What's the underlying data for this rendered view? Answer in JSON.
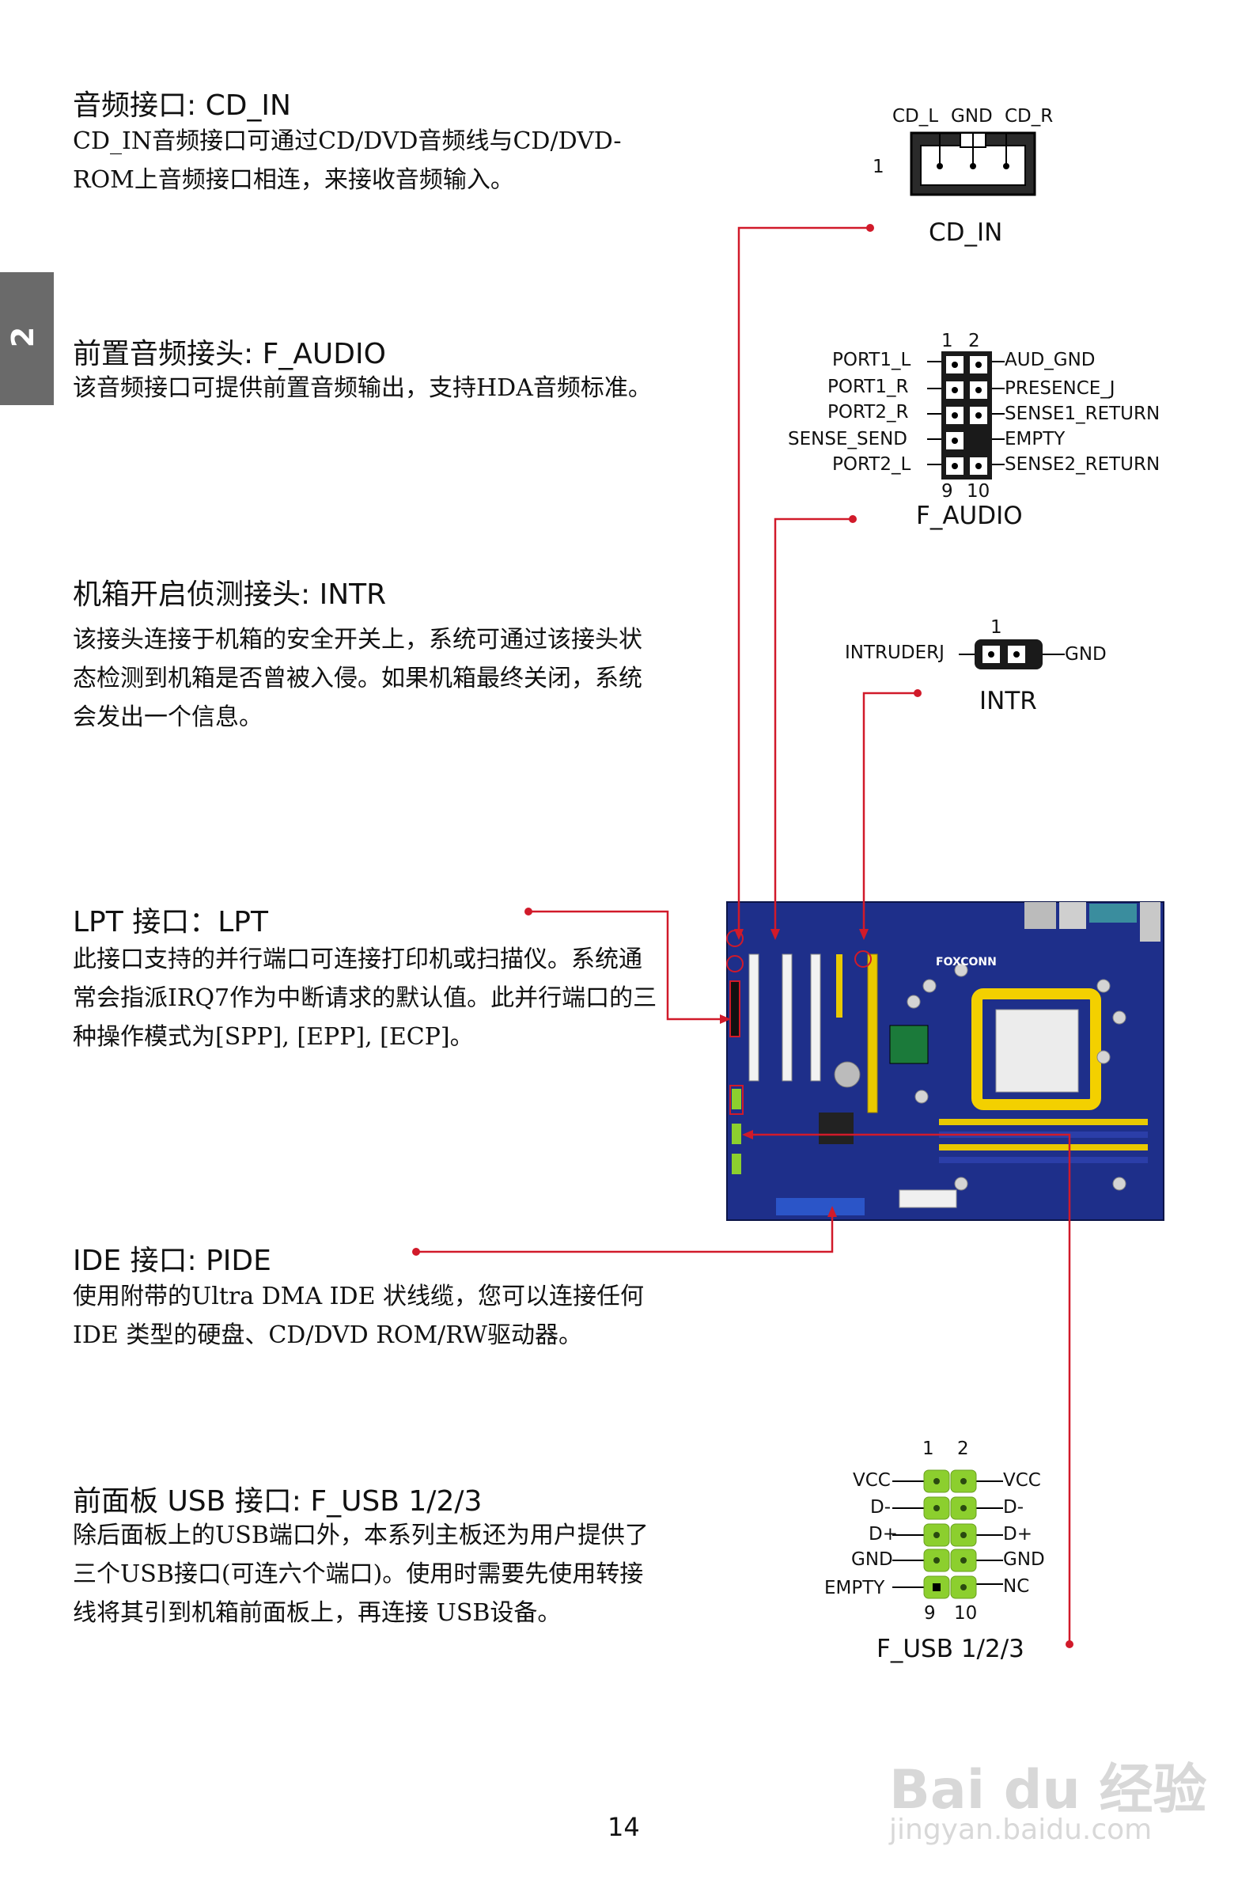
{
  "side_tab": "2",
  "page_number": "14",
  "sections": {
    "cd_in": {
      "title": "音频接口: CD_IN",
      "body": "CD_IN音频接口可通过CD/DVD音频线与CD/DVD-ROM上音频接口相连，来接收音频输入。"
    },
    "f_audio": {
      "title": "前置音频接头: F_AUDIO",
      "body": "该音频接口可提供前置音频输出，支持HDA音频标准。"
    },
    "intr": {
      "title": "机箱开启侦测接头: INTR",
      "body": "该接头连接于机箱的安全开关上，系统可通过该接头状态检测到机箱是否曾被入侵。如果机箱最终关闭，系统会发出一个信息。"
    },
    "lpt": {
      "title": "LPT 接口：LPT",
      "body": "此接口支持的并行端口可连接打印机或扫描仪。系统通常会指派IRQ7作为中断请求的默认值。此并行端口的三种操作模式为[SPP], [EPP], [ECP]。"
    },
    "ide": {
      "title": "IDE 接口: PIDE",
      "body": "使用附带的Ultra DMA IDE 状线缆，您可以连接任何IDE 类型的硬盘、CD/DVD ROM/RW驱动器。"
    },
    "f_usb": {
      "title": "前面板 USB 接口: F_USB 1/2/3",
      "body": "除后面板上的USB端口外，本系列主板还为用户提供了三个USB接口(可连六个端口)。使用时需要先使用转接线将其引到机箱前面板上，再连接 USB设备。"
    }
  },
  "diagrams": {
    "cd_in": {
      "pins": [
        "CD_L",
        "GND",
        "CD_R"
      ],
      "pin1": "1",
      "caption": "CD_IN"
    },
    "f_audio": {
      "top_nums": [
        "1",
        "2"
      ],
      "bottom_nums": [
        "9",
        "10"
      ],
      "left": [
        "PORT1_L",
        "PORT1_R",
        "PORT2_R",
        "SENSE_SEND",
        "PORT2_L"
      ],
      "right": [
        "AUD_GND",
        "PRESENCE_J",
        "SENSE1_RETURN",
        "EMPTY",
        "SENSE2_RETURN"
      ],
      "caption": "F_AUDIO"
    },
    "intr": {
      "pin1": "1",
      "left": "INTRUDERJ",
      "right": "GND",
      "caption": "INTR"
    },
    "f_usb": {
      "top_nums": [
        "1",
        "2"
      ],
      "bottom_nums": [
        "9",
        "10"
      ],
      "left": [
        "VCC",
        "D-",
        "D+",
        "GND",
        "EMPTY"
      ],
      "right": [
        "VCC",
        "D-",
        "D+",
        "GND",
        "NC"
      ],
      "caption": "F_USB 1/2/3"
    },
    "motherboard": {
      "brand": "FOXCONN"
    }
  },
  "watermark": {
    "logo": "Bai du 经验",
    "url": "jingyan.baidu.com"
  },
  "colors": {
    "callout": "#d11a2a",
    "board": "#1e2f8a",
    "usb_pin": "#8ccf2e",
    "tab": "#6a6a6a"
  }
}
